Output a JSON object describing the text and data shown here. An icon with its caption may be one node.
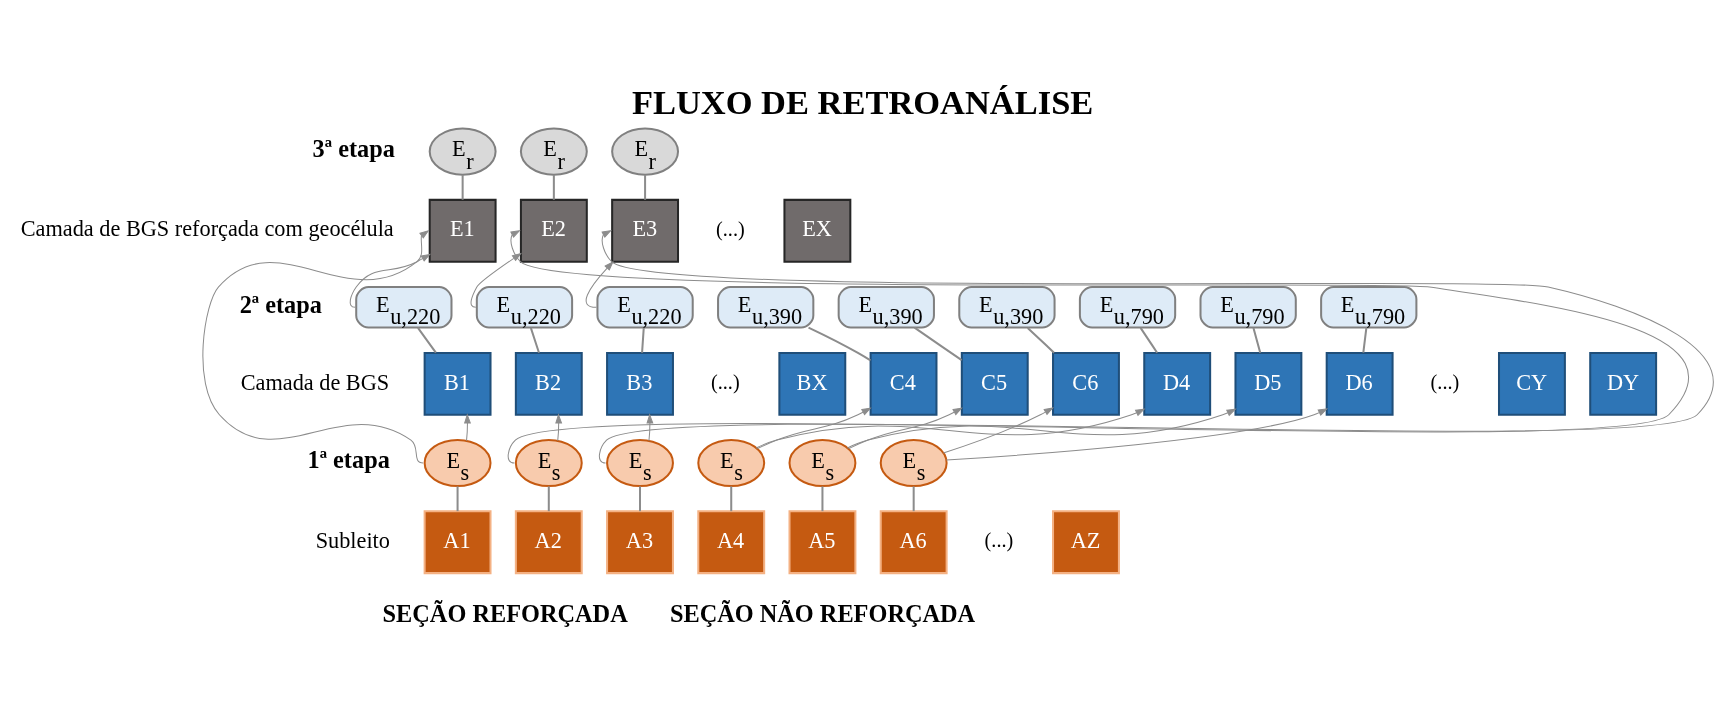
{
  "diagram": {
    "title": "FLUXO DE RETROANÁLISE",
    "nodes": [
      {
        "text": [
          "E$_{r}$"
        ]
      },
      {
        "text": [
          "E$_{r}$"
        ]
      },
      {
        "text": [
          "E$_{r}$"
        ]
      },
      {
        "text": [
          "E1"
        ]
      },
      {
        "text": [
          "E2"
        ]
      },
      {
        "text": [
          "E3"
        ]
      },
      {
        "text": [
          "EX"
        ]
      },
      {
        "text": [
          "E$_{u,220}$"
        ]
      },
      {
        "text": [
          "E$_{u,220}$"
        ]
      },
      {
        "text": [
          "E$_{u,220}$"
        ]
      },
      {
        "text": [
          "E$_{u,390}$"
        ]
      },
      {
        "text": [
          "E$_{u,390}$"
        ]
      },
      {
        "text": [
          "E$_{u,390}$"
        ]
      },
      {
        "text": [
          "E$_{u,790}$"
        ]
      },
      {
        "text": [
          "E$_{u,790}$"
        ]
      },
      {
        "text": [
          "E$_{u,790}$"
        ]
      },
      {
        "text": [
          "B1"
        ]
      },
      {
        "text": [
          "B2"
        ]
      },
      {
        "text": [
          "B3"
        ]
      },
      {
        "text": [
          "BX"
        ]
      },
      {
        "text": [
          "C4"
        ]
      },
      {
        "text": [
          "C5"
        ]
      },
      {
        "text": [
          "C6"
        ]
      },
      {
        "text": [
          "D4"
        ]
      },
      {
        "text": [
          "D5"
        ]
      },
      {
        "text": [
          "D6"
        ]
      },
      {
        "text": [
          "CY"
        ]
      },
      {
        "text": [
          "DY"
        ]
      },
      {
        "text": [
          "E$_{s}$"
        ]
      },
      {
        "text": [
          "E$_{s}$"
        ]
      },
      {
        "text": [
          "E$_{s}$"
        ]
      },
      {
        "text": [
          "E$_{s}$"
        ]
      },
      {
        "text": [
          "E$_{s}$"
        ]
      },
      {
        "text": [
          "E$_{s}$"
        ]
      },
      {
        "text": [
          "A1"
        ]
      },
      {
        "text": [
          "A2"
        ]
      },
      {
        "text": [
          "A3"
        ]
      },
      {
        "text": [
          "A4"
        ]
      },
      {
        "text": [
          "A5"
        ]
      },
      {
        "text": [
          "A6"
        ]
      },
      {
        "text": [
          "AZ"
        ]
      }
    ],
    "edges": [
      {
        "from": 0,
        "to": 3,
        "arrow": "none"
      },
      {
        "from": 1,
        "to": 4,
        "arrow": "none"
      },
      {
        "from": 2,
        "to": 5,
        "arrow": "none"
      },
      {
        "from": 7,
        "to": 16,
        "arrow": "none"
      },
      {
        "from": 8,
        "to": 17,
        "arrow": "none"
      },
      {
        "from": 9,
        "to": 18,
        "arrow": "none"
      },
      {
        "from": 10,
        "to": 20,
        "arrow": "none"
      },
      {
        "from": 11,
        "to": 21,
        "arrow": "none"
      },
      {
        "from": 12,
        "to": 22,
        "arrow": "none"
      },
      {
        "from": 13,
        "to": 23,
        "arrow": "none"
      },
      {
        "from": 14,
        "to": 24,
        "arrow": "none"
      },
      {
        "from": 15,
        "to": 25,
        "arrow": "none"
      },
      {
        "from": 28,
        "to": 34,
        "arrow": "none"
      },
      {
        "from": 29,
        "to": 35,
        "arrow": "none"
      },
      {
        "from": 30,
        "to": 36,
        "arrow": "none"
      },
      {
        "from": 31,
        "to": 37,
        "arrow": "none"
      },
      {
        "from": 32,
        "to": 38,
        "arrow": "none"
      },
      {
        "from": 33,
        "to": 39,
        "arrow": "none"
      },
      {
        "from": 28,
        "to": 16,
        "arrow": "to"
      },
      {
        "from": 29,
        "to": 17,
        "arrow": "to"
      },
      {
        "from": 30,
        "to": 18,
        "arrow": "to"
      },
      {
        "from": 28,
        "to": 3,
        "arrow": "to"
      },
      {
        "from": 29,
        "to": 4,
        "arrow": "to"
      },
      {
        "from": 30,
        "to": 5,
        "arrow": "to"
      },
      {
        "from": 7,
        "to": 3,
        "arrow": "to"
      },
      {
        "from": 8,
        "to": 4,
        "arrow": "to"
      },
      {
        "from": 9,
        "to": 5,
        "arrow": "to"
      },
      {
        "from": 31,
        "to": 20,
        "arrow": "to"
      },
      {
        "from": 31,
        "to": 23,
        "arrow": "to"
      },
      {
        "from": 32,
        "to": 21,
        "arrow": "to"
      },
      {
        "from": 32,
        "to": 24,
        "arrow": "to"
      },
      {
        "from": 33,
        "to": 22,
        "arrow": "to"
      },
      {
        "from": 33,
        "to": 25,
        "arrow": "to"
      }
    ],
    "labels": [
      "3ª etapa",
      "Camada de BGS reforçada com geocélula",
      "(...)",
      "2ª etapa",
      "Camada de BGS",
      "(...)",
      "(...)",
      "1ª etapa",
      "Subleito",
      "(...)",
      "SEÇÃO REFORÇADA",
      "SEÇÃO NÃO REFORÇADA"
    ]
  }
}
